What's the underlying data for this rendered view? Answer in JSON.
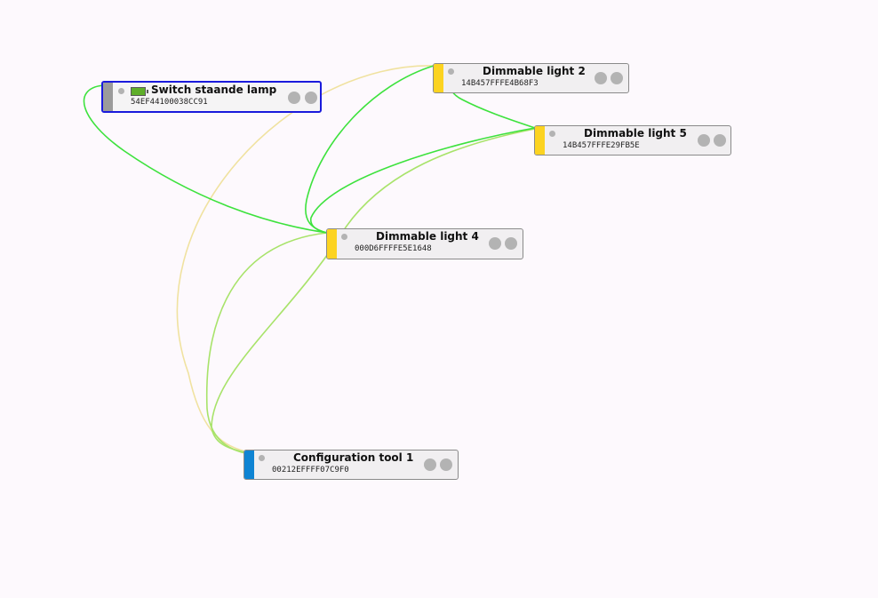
{
  "nodes": [
    {
      "id": "switch",
      "title": "Switch staande lamp",
      "address": "54EF44100038CC91",
      "color": "#9b9b9b",
      "selected": true,
      "icon": "battery-icon"
    },
    {
      "id": "dl2",
      "title": "Dimmable light 2",
      "address": "14B457FFFE4B68F3",
      "color": "#fcd321"
    },
    {
      "id": "dl5",
      "title": "Dimmable light 5",
      "address": "14B457FFFE29FB5E",
      "color": "#fcd321"
    },
    {
      "id": "dl4",
      "title": "Dimmable light 4",
      "address": "000D6FFFFE5E1648",
      "color": "#fcd321"
    },
    {
      "id": "ct1",
      "title": "Configuration tool 1",
      "address": "00212EFFFF07C9F0",
      "color": "#0f84d3"
    }
  ],
  "link_colors": {
    "strong": "#3de23d",
    "medium": "#a8e36a",
    "weak": "#f0e2a0"
  }
}
